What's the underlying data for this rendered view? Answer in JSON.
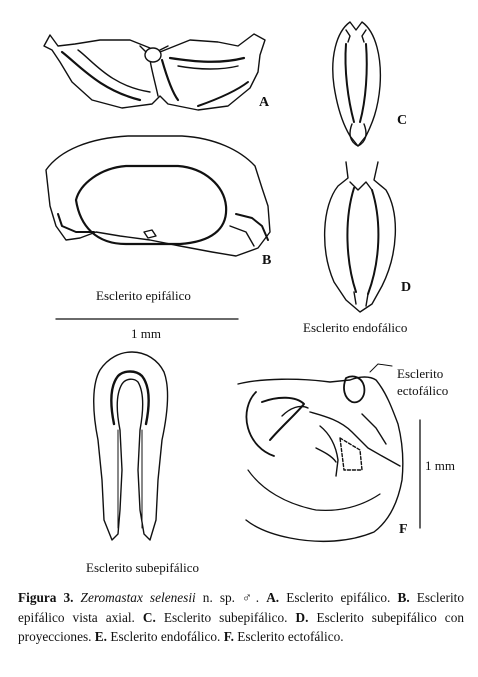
{
  "labels": {
    "panel_a": "A",
    "panel_b": "B",
    "panel_c": "C",
    "panel_d": "D",
    "panel_f": "F",
    "esclerito_epifalico": "Esclerito epifálico",
    "scale_left": "1 mm",
    "esclerito_endofalico": "Esclerito endofálico",
    "esclerito_subepifalico": "Esclerito subepifálico",
    "ectofalico_line1": "Esclerito",
    "ectofalico_line2": "ectofálico",
    "scale_right": "1 mm"
  },
  "caption": {
    "fig_label": "Figura 3.",
    "species": "Zeromastax selenesii",
    "after_species": " n. sp. ♂. ",
    "a_letter": "A.",
    "a_text": " Esclerito epifálico. ",
    "b_letter": "B.",
    "b_text": " Esclerito epifálico vista axial. ",
    "c_letter": "C.",
    "c_text": " Esclerito subepifálico. ",
    "d_letter": "D.",
    "d_text": " Esclerito subepifálico con proyecciones. ",
    "e_letter": "E.",
    "e_text": " Esclerito endofálico. ",
    "f_letter": "F.",
    "f_text": " Esclerito ectofálico."
  }
}
